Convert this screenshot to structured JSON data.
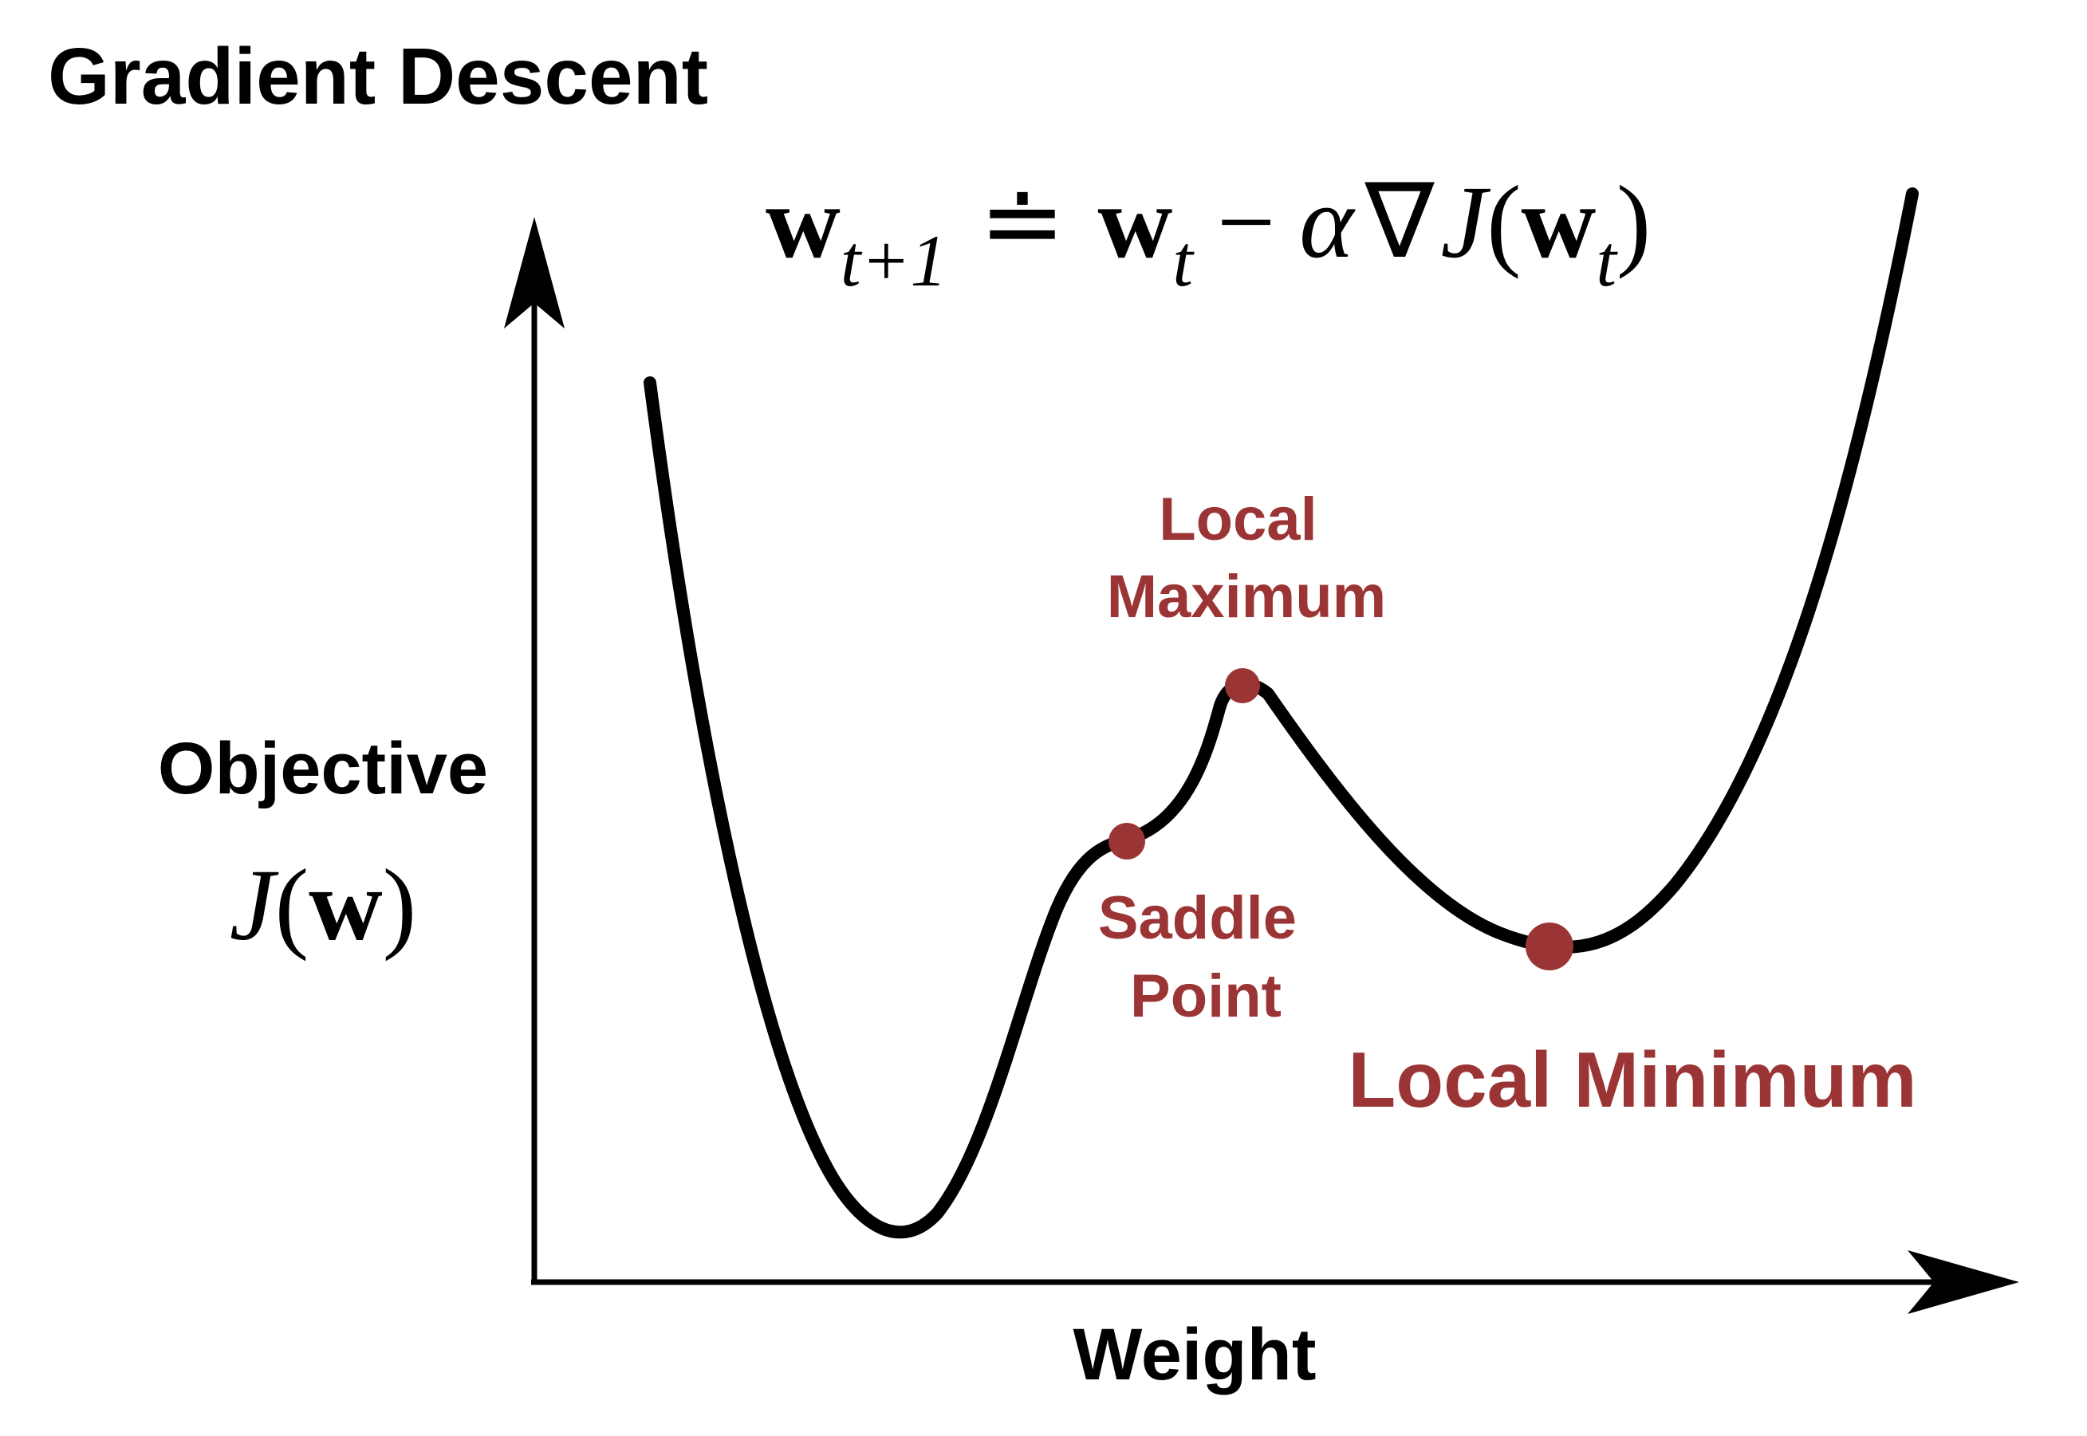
{
  "title": "Gradient Descent",
  "axes": {
    "x_label": "Weight",
    "y_label": "Objective",
    "y_symbol": {
      "func": "J",
      "open": "(",
      "arg": "w",
      "close": ")"
    }
  },
  "update_rule": {
    "lhs_var": "w",
    "lhs_sub": "t+1",
    "defeq": "≐",
    "rhs_var": "w",
    "rhs_sub": "t",
    "minus": "−",
    "alpha": "α",
    "nabla": "∇",
    "func": "J",
    "open": "(",
    "arg_var": "w",
    "arg_sub": "t",
    "close": ")"
  },
  "points": {
    "local_maximum": {
      "line1": "Local",
      "line2": "Maximum"
    },
    "saddle_point": {
      "line1": "Saddle",
      "line2": "Point"
    },
    "local_minimum": {
      "label": "Local Minimum"
    }
  },
  "colors": {
    "curve": "#000000",
    "axes": "#000000",
    "highlight": "#9b3535"
  }
}
